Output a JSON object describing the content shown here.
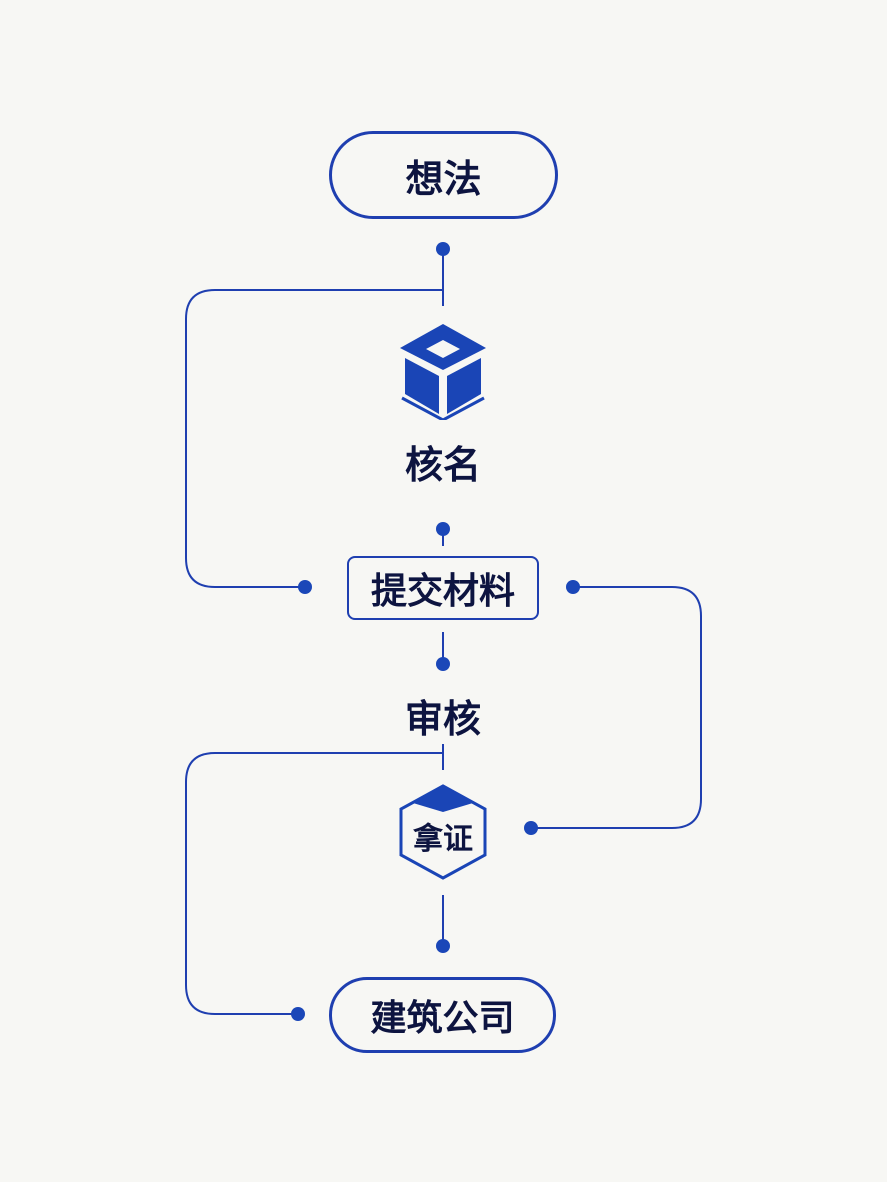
{
  "nodes": {
    "idea": "想法",
    "name_check": "核名",
    "submit": "提交材料",
    "review": "审核",
    "certificate": "拿证",
    "company": "建筑公司"
  },
  "colors": {
    "line": "#1f3fb0",
    "dot": "#1b47b8",
    "icon": "#1a45b6",
    "text": "#0d1440",
    "background": "#f7f7f4"
  },
  "icons": {
    "name_check": "box-cube-icon",
    "certificate": "hexagon-badge-icon"
  }
}
